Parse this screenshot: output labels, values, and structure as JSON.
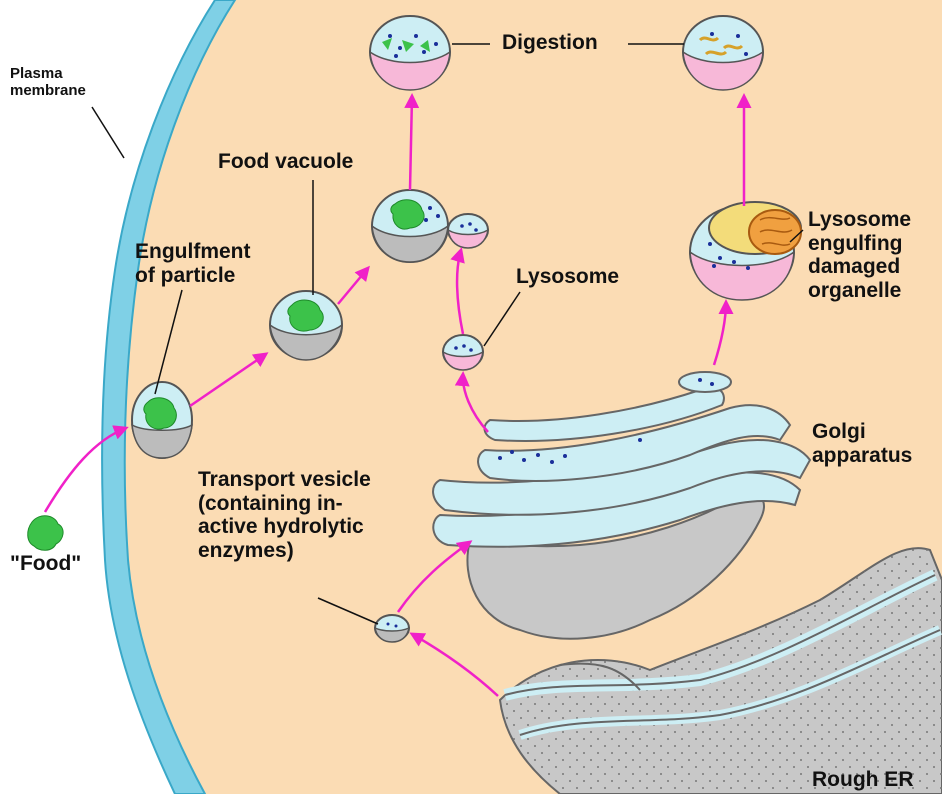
{
  "labels": {
    "plasma_membrane": "Plasma\nmembrane",
    "digestion": "Digestion",
    "food_vacuole": "Food vacuole",
    "engulfment": "Engulfment\nof particle",
    "lysosome": "Lysosome",
    "lysosome_engulfing": "Lysosome\nengulfing\ndamaged\norganelle",
    "golgi": "Golgi\napparatus",
    "transport_vesicle": "Transport vesicle\n(containing in-\nactive hydrolytic\nenzymes)",
    "food": "\"Food\"",
    "rough_er": "Rough ER"
  },
  "colors": {
    "cytoplasm": "#fbdcb4",
    "membrane": "#7fd0e6",
    "membrane_dark": "#3aa8c8",
    "vesicle_lumen": "#cdeef4",
    "vesicle_bowl": "#bcbcbc",
    "lysosome_pink": "#f7b8d8",
    "arrow": "#f021c8",
    "food_green": "#3cc24a",
    "enzyme_dots": "#1a2f9a",
    "golgi_fill": "#cdeef4",
    "er_grey": "#c8c8c8"
  }
}
